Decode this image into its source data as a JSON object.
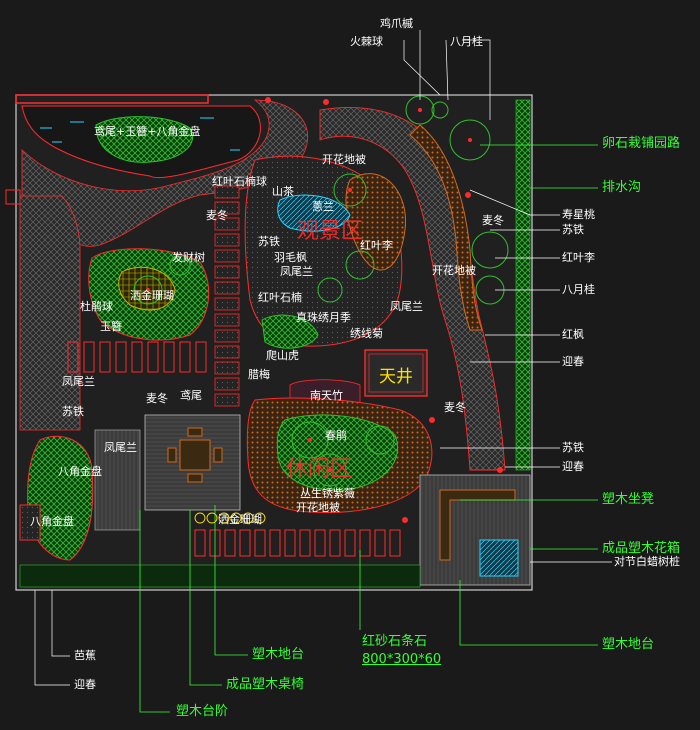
{
  "plan": {
    "zones": {
      "view": "观景区",
      "rest": "休闲区",
      "courtyard": "天井"
    },
    "labels_in": {
      "yuanyang": "鸢尾+玉簪+八角金盘",
      "jizhao": "鸡爪槭",
      "huojiqiu": "火棘球",
      "bayuegui": "八月桂",
      "kaihua1": "开花地被",
      "hongye_qiu": "红叶石楠球",
      "shancha": "山茶",
      "maidong1": "麦冬",
      "sutie1": "苏铁",
      "hongyeli1": "红叶李",
      "yumao": "羽毛枫",
      "fengwei1": "凤尾兰",
      "kaihua2": "开花地被",
      "facaishu": "发财树",
      "sajin": "洒金珊瑚",
      "dujuan": "杜鹃球",
      "yuzan": "玉簪",
      "hongyeshinan": "红叶石楠",
      "fengwei2": "凤尾兰",
      "zhenzhu": "真珠绣月季",
      "xiuxianju": "绣线菊",
      "lishanhu": "爬山虎",
      "lamei": "腊梅",
      "fengwei3": "凤尾兰",
      "sutie2": "苏铁",
      "maidong2": "麦冬",
      "yuanwei": "鸢尾",
      "nantianzhu": "南天竹",
      "chunjuan": "春鹃",
      "fengwei4": "凤尾兰",
      "bajiao1": "八角金盘",
      "bajiao2": "八角金盘",
      "sajin2": "洒金珊瑚",
      "congsheng": "丛生锈紫薇",
      "kaihua3": "开花地被",
      "maidong3": "麦冬",
      "maidong4": "麦冬",
      "tong": "蔥兰"
    },
    "right_labels": {
      "shouxingtao": "寿星桃",
      "sutie": "苏铁",
      "hongyeli": "红叶李",
      "bayuegui": "八月桂",
      "hongfeng": "红枫",
      "yingchun1": "迎春",
      "sutie_b": "苏铁",
      "yingchun2": "迎春",
      "duijie": "对节白蜡树桩"
    },
    "green_labels": {
      "luanshi": "卵石栽铺园路",
      "paishui": "排水沟",
      "zuodeng": "塑木坐凳",
      "huaxiang": "成品塑木花箱",
      "ditai_right": "塑木地台",
      "ditai_bottom": "塑木地台",
      "zhuoyi": "成品塑木桌椅",
      "taijie": "塑木台阶",
      "hongsha": "红砂石条石",
      "hongsha_size": "800*300*60"
    },
    "bottom_labels": {
      "bajiao": "芭蕉",
      "yingchun": "迎春"
    },
    "colors": {
      "background": "#1a1a1a",
      "red": "#ff2a2a",
      "green": "#33ff33",
      "white": "#ffffff",
      "orange": "#d2691e",
      "yellow": "#ffe000",
      "cyan": "#2ad4ff"
    }
  }
}
